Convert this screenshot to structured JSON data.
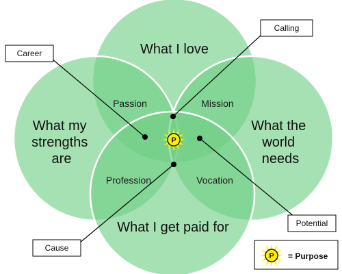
{
  "circles": {
    "top": "What I love",
    "left": [
      "What my",
      "strengths",
      "are"
    ],
    "right": [
      "What the",
      "world",
      "needs"
    ],
    "bottom": "What I get paid for"
  },
  "overlaps": {
    "passion": "Passion",
    "mission": "Mission",
    "profession": "Profession",
    "vocation": "Vocation"
  },
  "callouts": {
    "calling": "Calling",
    "career": "Career",
    "potential": "Potential",
    "cause": "Cause"
  },
  "center": {
    "symbol": "P"
  },
  "legend": {
    "symbol": "P",
    "label": "= Purpose"
  },
  "colors": {
    "circle_fill": "#8fd9a1",
    "circle_stroke": "#ffffff",
    "sun": "#ffee00",
    "sun_ray": "#f4e300",
    "line": "#000000"
  }
}
